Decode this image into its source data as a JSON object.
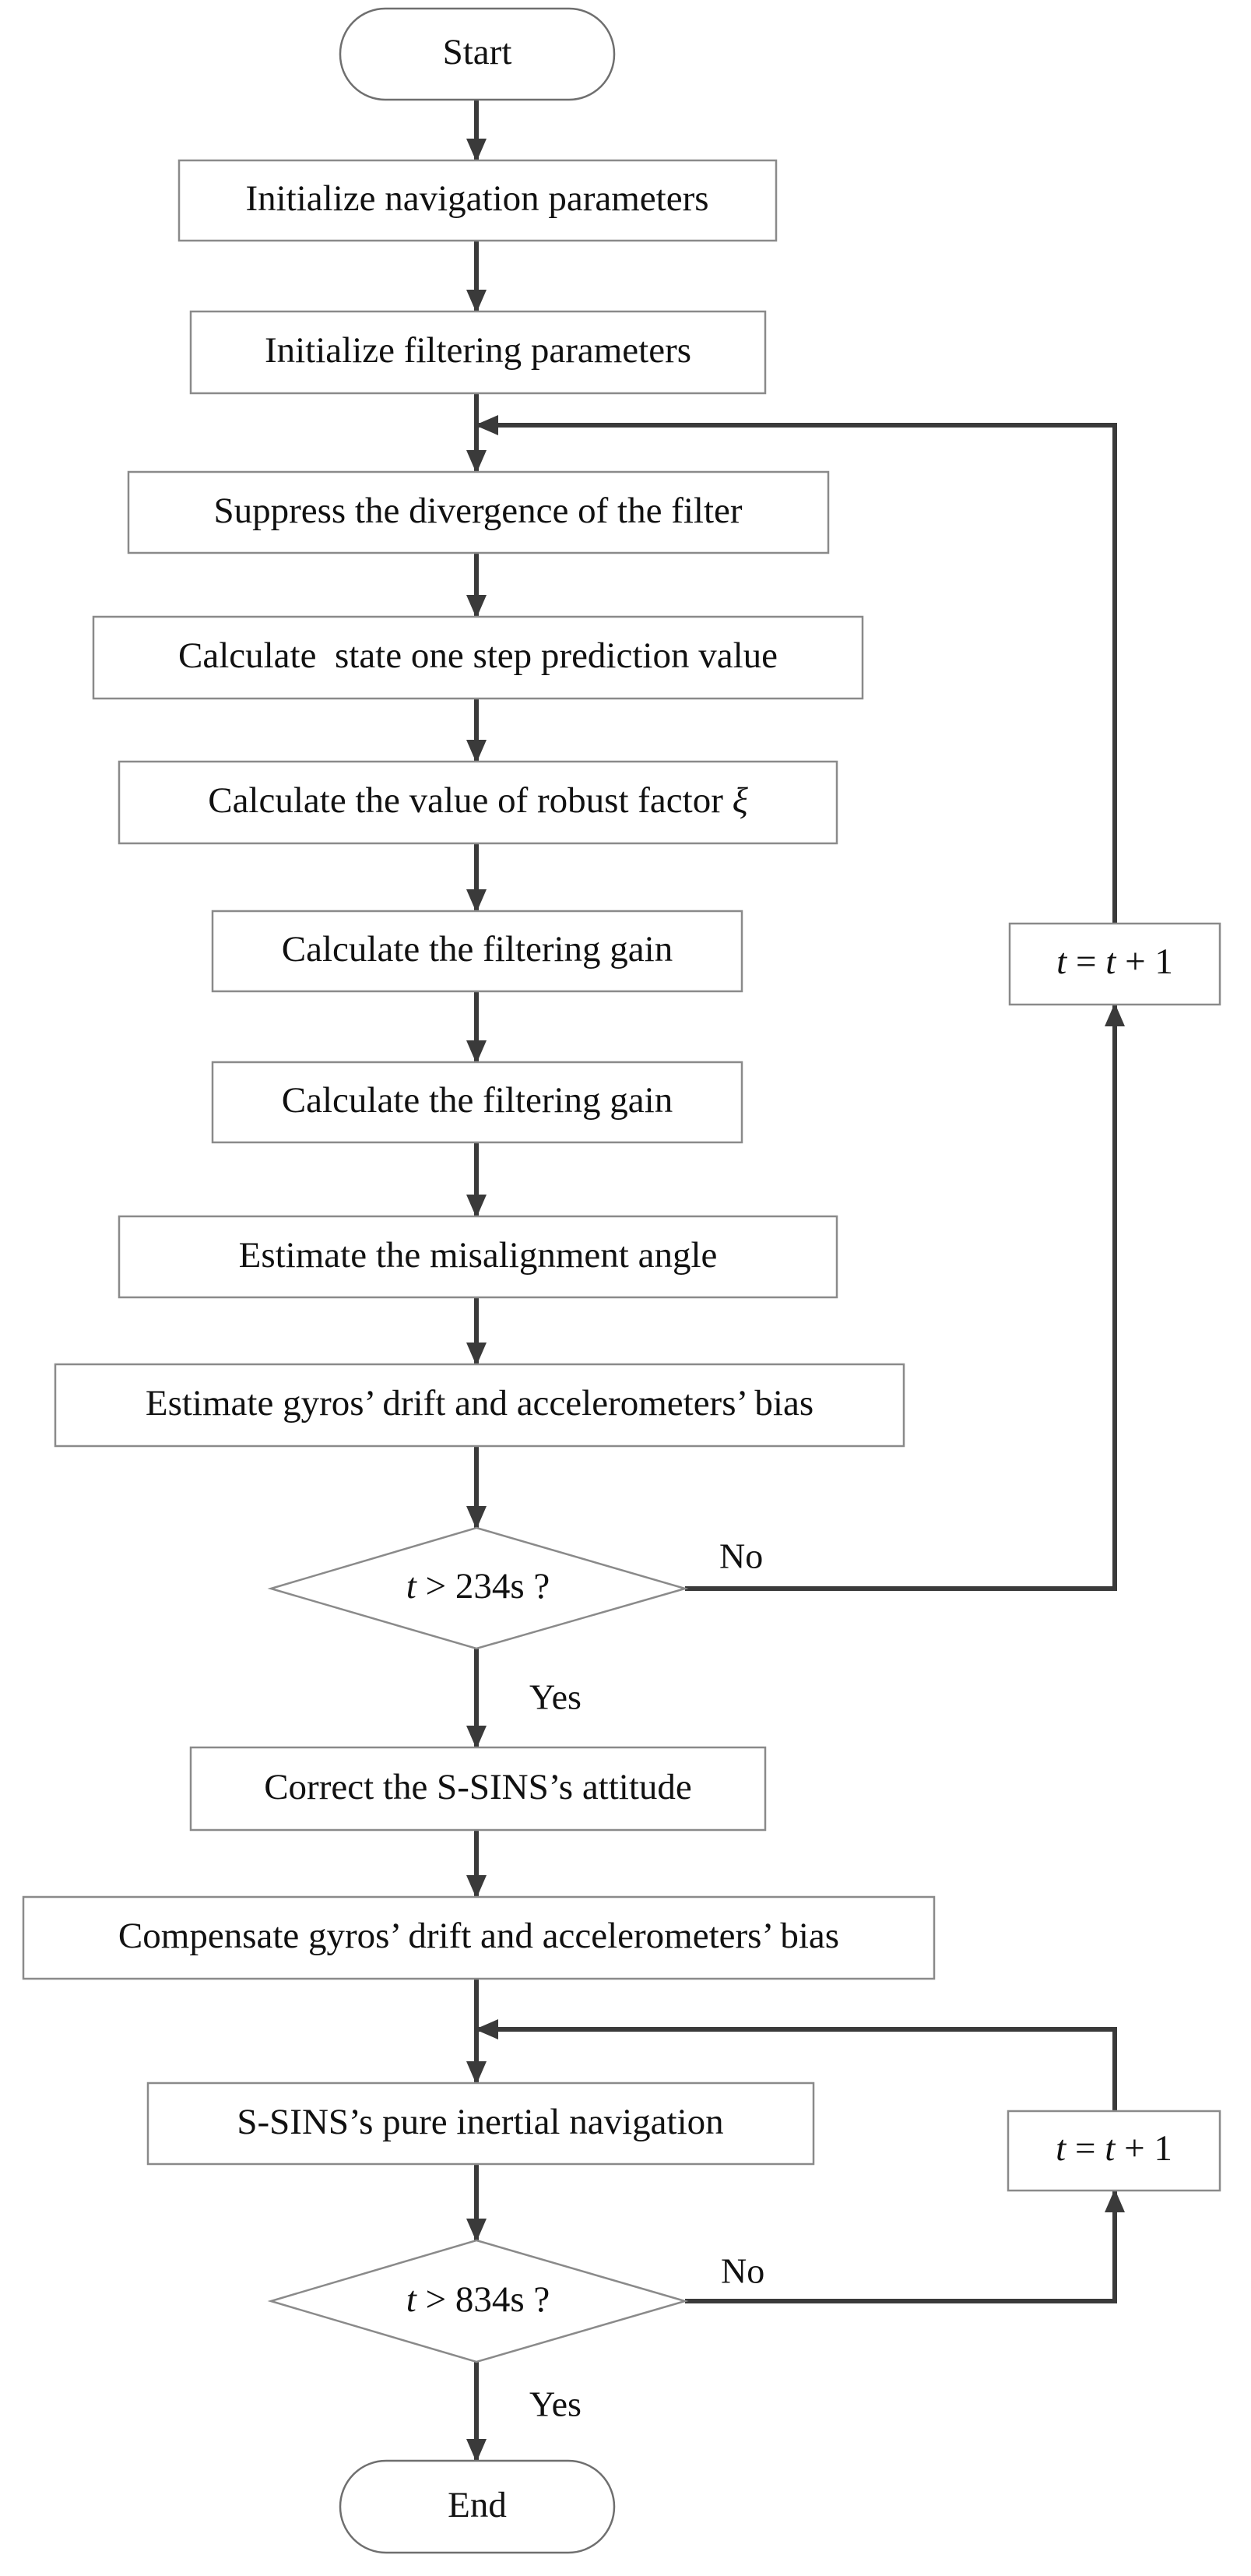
{
  "nodes": {
    "start": "Start",
    "init_nav": "Initialize navigation parameters",
    "init_filter": "Initialize filtering parameters",
    "suppress": "Suppress the divergence of the filter",
    "state_pred": "Calculate  state one step prediction value",
    "robust_text": "Calculate the value of robust factor ",
    "robust_symbol": "ξ",
    "gain_1": "Calculate the filtering gain",
    "gain_2": "Calculate the filtering gain",
    "misalign": "Estimate the misalignment angle",
    "est_bias": "Estimate gyros’ drift and accelerometers’ bias",
    "decision_1": {
      "var": "t",
      "rest": " > 234s ?"
    },
    "correct": "Correct the S-SINS’s attitude",
    "compensate": "Compensate gyros’ drift and accelerometers’ bias",
    "pure_nav": "S-SINS’s pure inertial navigation",
    "decision_2": {
      "var": "t",
      "rest": " > 834s ?"
    },
    "end": "End",
    "increment_1": {
      "lhs": "t",
      "mid": " = ",
      "var": "t",
      "rest": " + 1"
    },
    "increment_2": {
      "lhs": "t",
      "mid": " = ",
      "var": "t",
      "rest": " + 1"
    }
  },
  "edge_labels": {
    "no_1": "No",
    "yes_1": "Yes",
    "no_2": "No",
    "yes_2": "Yes"
  }
}
